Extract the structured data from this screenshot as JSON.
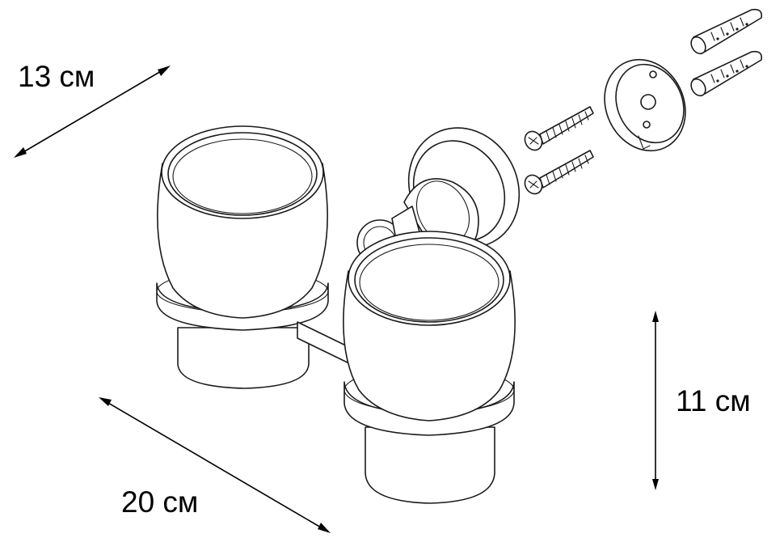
{
  "dimensions": {
    "depth": {
      "value": "13",
      "unit": "см",
      "text": "13 см"
    },
    "width": {
      "value": "20",
      "unit": "см",
      "text": "20 см"
    },
    "height": {
      "value": "11",
      "unit": "см",
      "text": "11 см"
    }
  },
  "parts": {
    "tumbler_count": 2,
    "screw_count": 2,
    "wall_plug_count": 2,
    "wall_mount_count": 1,
    "mount_plate_count": 1
  },
  "colors": {
    "line": "#1a1a1a",
    "background": "#ffffff"
  }
}
